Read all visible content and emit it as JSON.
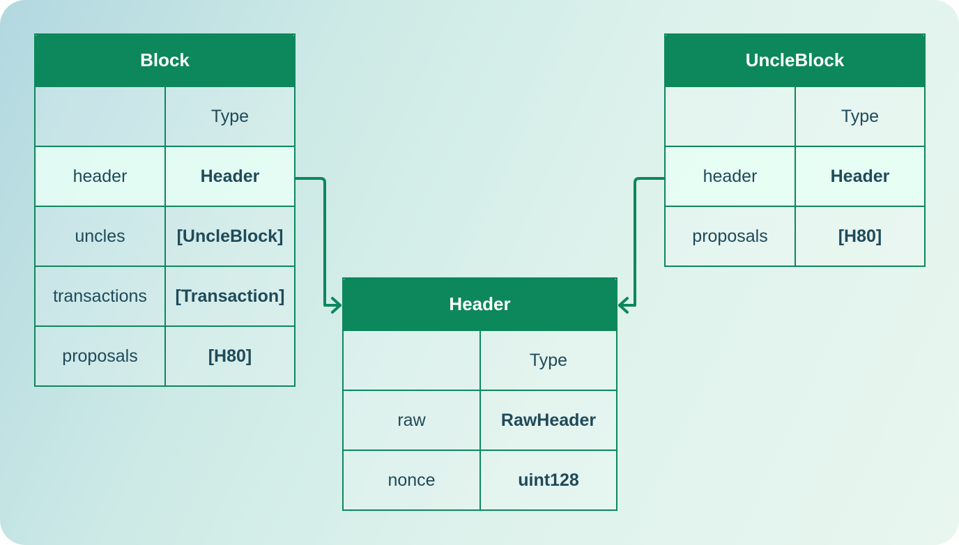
{
  "tables": {
    "block": {
      "title": "Block",
      "type_header": "Type",
      "rows": [
        {
          "field": "header",
          "type": "Header"
        },
        {
          "field": "uncles",
          "type": "[UncleBlock]"
        },
        {
          "field": "transactions",
          "type": "[Transaction]"
        },
        {
          "field": "proposals",
          "type": "[H80]"
        }
      ]
    },
    "uncle_block": {
      "title": "UncleBlock",
      "type_header": "Type",
      "rows": [
        {
          "field": "header",
          "type": "Header"
        },
        {
          "field": "proposals",
          "type": "[H80]"
        }
      ]
    },
    "header": {
      "title": "Header",
      "type_header": "Type",
      "rows": [
        {
          "field": "raw",
          "type": "RawHeader"
        },
        {
          "field": "nonce",
          "type": "uint128"
        }
      ]
    }
  },
  "colors": {
    "accent": "#0d875c",
    "text": "#1f4a59",
    "highlight_row": "#e8fff6"
  }
}
